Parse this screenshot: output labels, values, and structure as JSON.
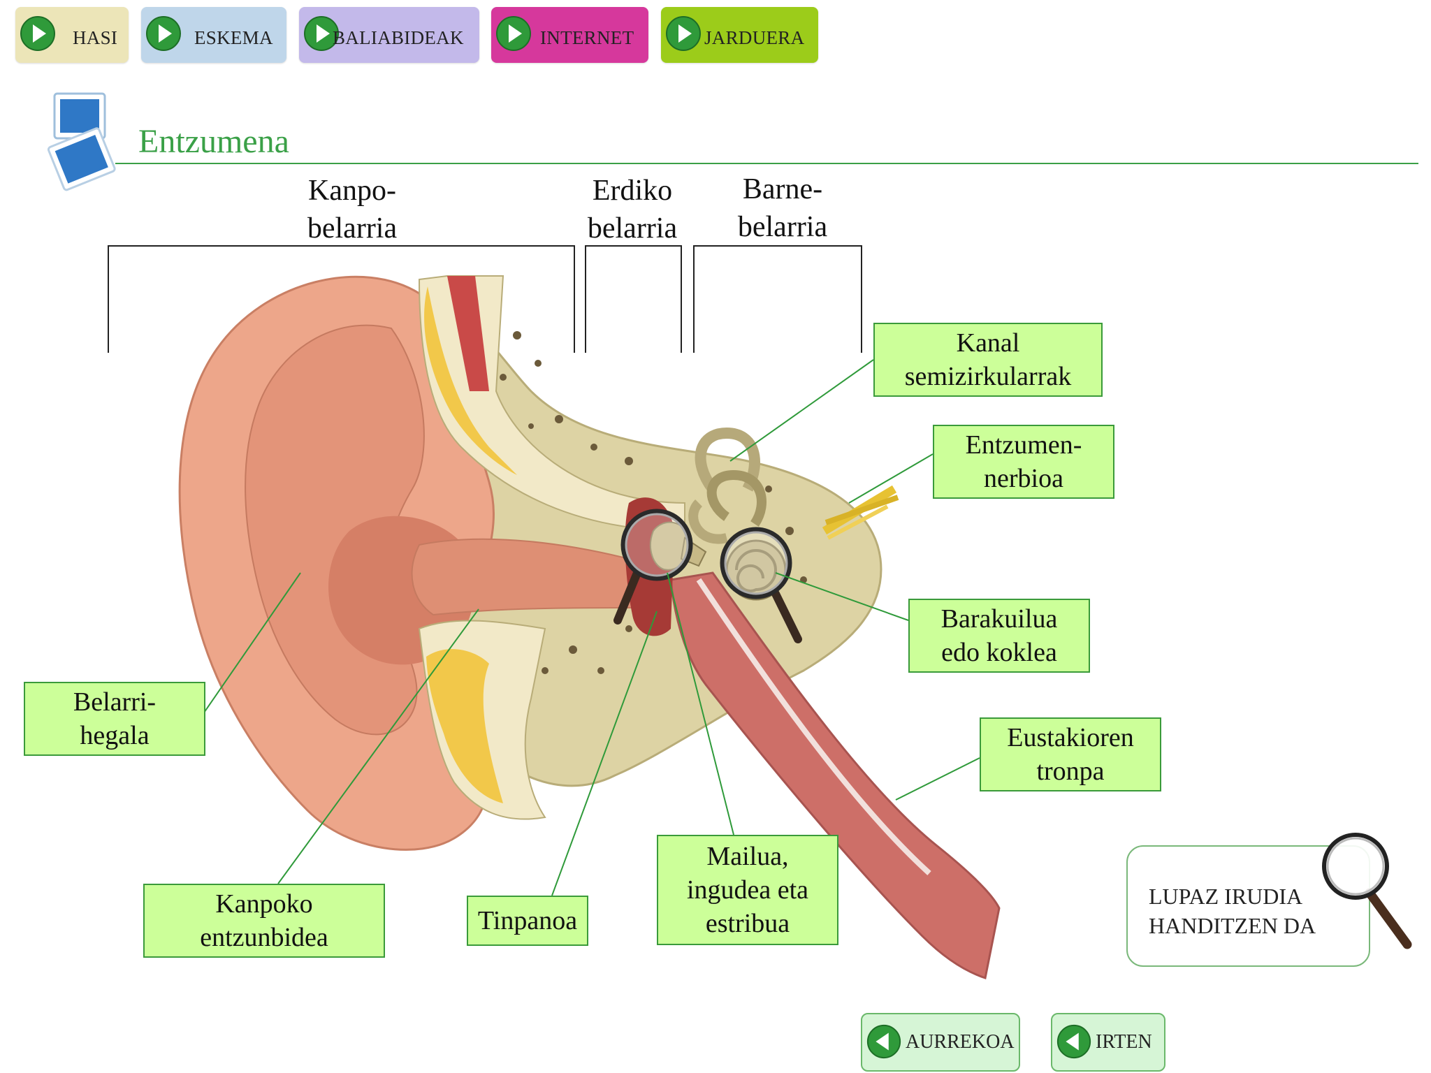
{
  "nav": [
    {
      "label": "HASI",
      "color": "#ece5b8"
    },
    {
      "label": "ESKEMA",
      "color": "#bfd6ea"
    },
    {
      "label": "BALIABIDEAK",
      "color": "#c3b9ea"
    },
    {
      "label": "INTERNET",
      "color": "#d6389c"
    },
    {
      "label": "JARDUERA",
      "color": "#9ccc1a"
    }
  ],
  "title": "Entzumena",
  "headers": {
    "outer": "Kanpo-\nbelarria",
    "middle": "Erdiko\nbelarria",
    "inner": "Barne-\nbelarria"
  },
  "labels": {
    "semicircular": "Kanal\nsemizirkularrak",
    "nerve": "Entzumen-\nnerbioa",
    "cochlea": "Barakuilua\nedo koklea",
    "eustachian": "Eustakioren\ntronpa",
    "pinna": "Belarri-\nhegala",
    "canal": "Kanpoko\nentzunbidea",
    "eardrum": "Tinpanoa",
    "ossicles": "Mailua,\ningudea eta\nestribua"
  },
  "note": "LUPAZ IRUDIA\nHANDITZEN DA",
  "bottom_nav": {
    "back": "AURREKOA",
    "exit": "IRTEN"
  },
  "colors": {
    "accent": "#3aa047",
    "label_fill": "#ccff99",
    "play_icon": "#2f9a3a"
  }
}
